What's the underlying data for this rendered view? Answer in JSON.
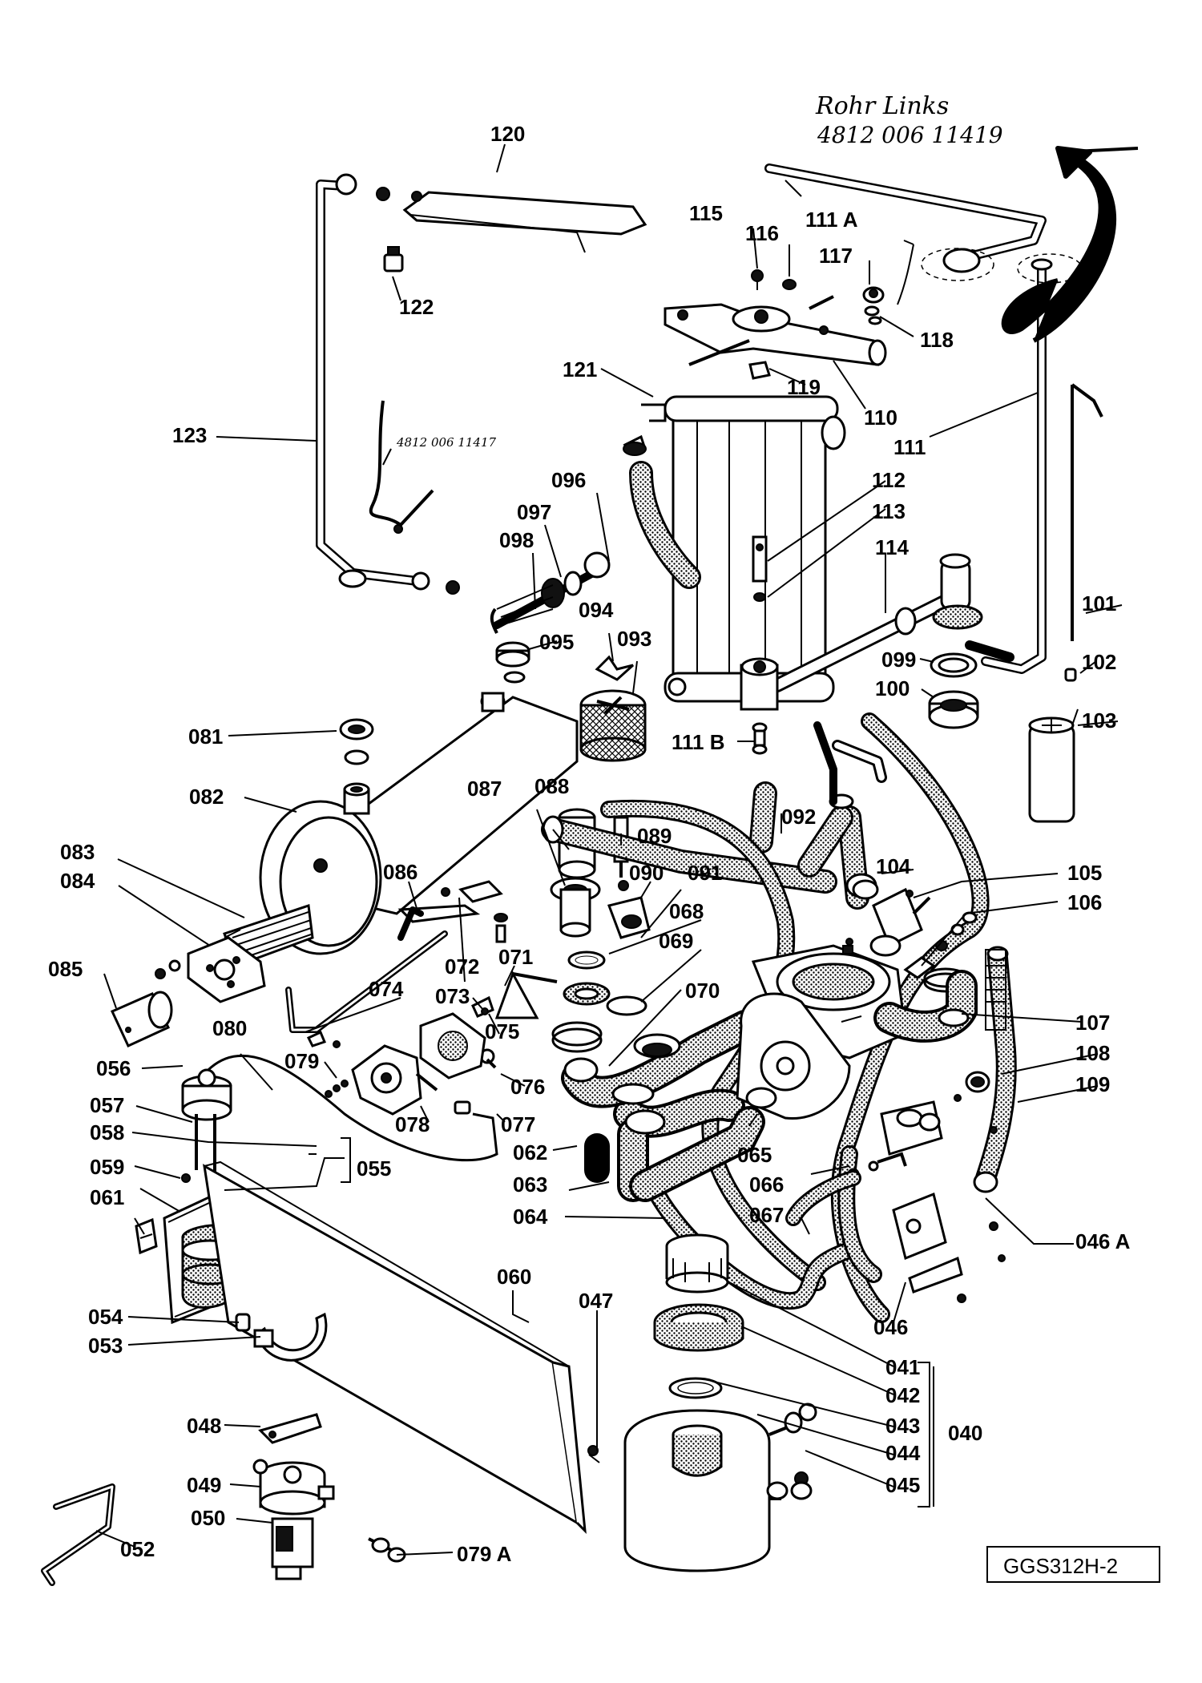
{
  "handwritten_note": {
    "line1": "Rohr Links",
    "line2": "4812 006 11419",
    "cable_note": "4812 006 11417"
  },
  "drawing_code": "GGS312H-2",
  "labels": {
    "p120": "120",
    "p122": "122",
    "p123": "123",
    "p115": "115",
    "p116": "116",
    "p111a": "111 A",
    "p117": "117",
    "p118": "118",
    "p121": "121",
    "p119": "119",
    "p110": "110",
    "p111": "111",
    "p112": "112",
    "p113": "113",
    "p114": "114",
    "p096": "096",
    "p097": "097",
    "p098": "098",
    "p094": "094",
    "p093": "093",
    "p095": "095",
    "p101": "101",
    "p102": "102",
    "p099": "099",
    "p100": "100",
    "p103": "103",
    "p081": "081",
    "p111b": "111 B",
    "p082": "082",
    "p087": "087",
    "p088": "088",
    "p089": "089",
    "p092": "092",
    "p083": "083",
    "p084": "084",
    "p086": "086",
    "p090": "090",
    "p091": "091",
    "p104": "104",
    "p105": "105",
    "p106": "106",
    "p068": "068",
    "p085": "085",
    "p072": "072",
    "p071": "071",
    "p069": "069",
    "p074": "074",
    "p073": "073",
    "p070": "070",
    "p107": "107",
    "p080": "080",
    "p075": "075",
    "p108": "108",
    "p056": "056",
    "p079": "079",
    "p076": "076",
    "p109": "109",
    "p057": "057",
    "p078": "078",
    "p077": "077",
    "p058": "058",
    "p055": "055",
    "p062": "062",
    "p065": "065",
    "p059": "059",
    "p066": "066",
    "p063": "063",
    "p061": "061",
    "p064": "064",
    "p067": "067",
    "p046a": "046 A",
    "p060": "060",
    "p047": "047",
    "p046": "046",
    "p054": "054",
    "p053": "053",
    "p041": "041",
    "p042": "042",
    "p043": "043",
    "p040": "040",
    "p048": "048",
    "p044": "044",
    "p049": "049",
    "p045": "045",
    "p050": "050",
    "p052": "052",
    "p079a": "079 A"
  }
}
